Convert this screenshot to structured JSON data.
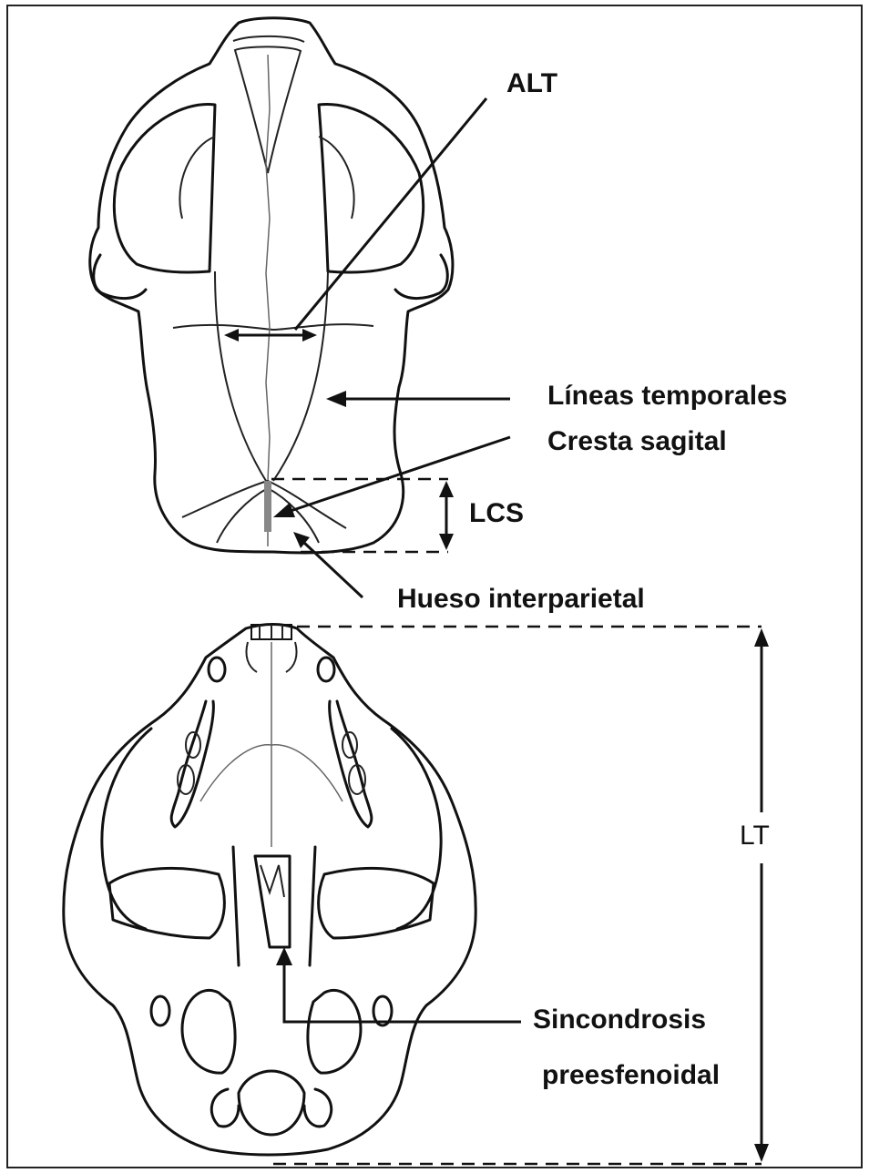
{
  "labels": {
    "alt": "ALT",
    "lineas_temporales": "Líneas temporales",
    "cresta_sagital": "Cresta sagital",
    "lcs": "LCS",
    "hueso_interparietal": "Hueso interparietal",
    "lt": "LT",
    "sincondrosis_line1": "Sincondrosis",
    "sincondrosis_line2": "preesfenoidal"
  }
}
